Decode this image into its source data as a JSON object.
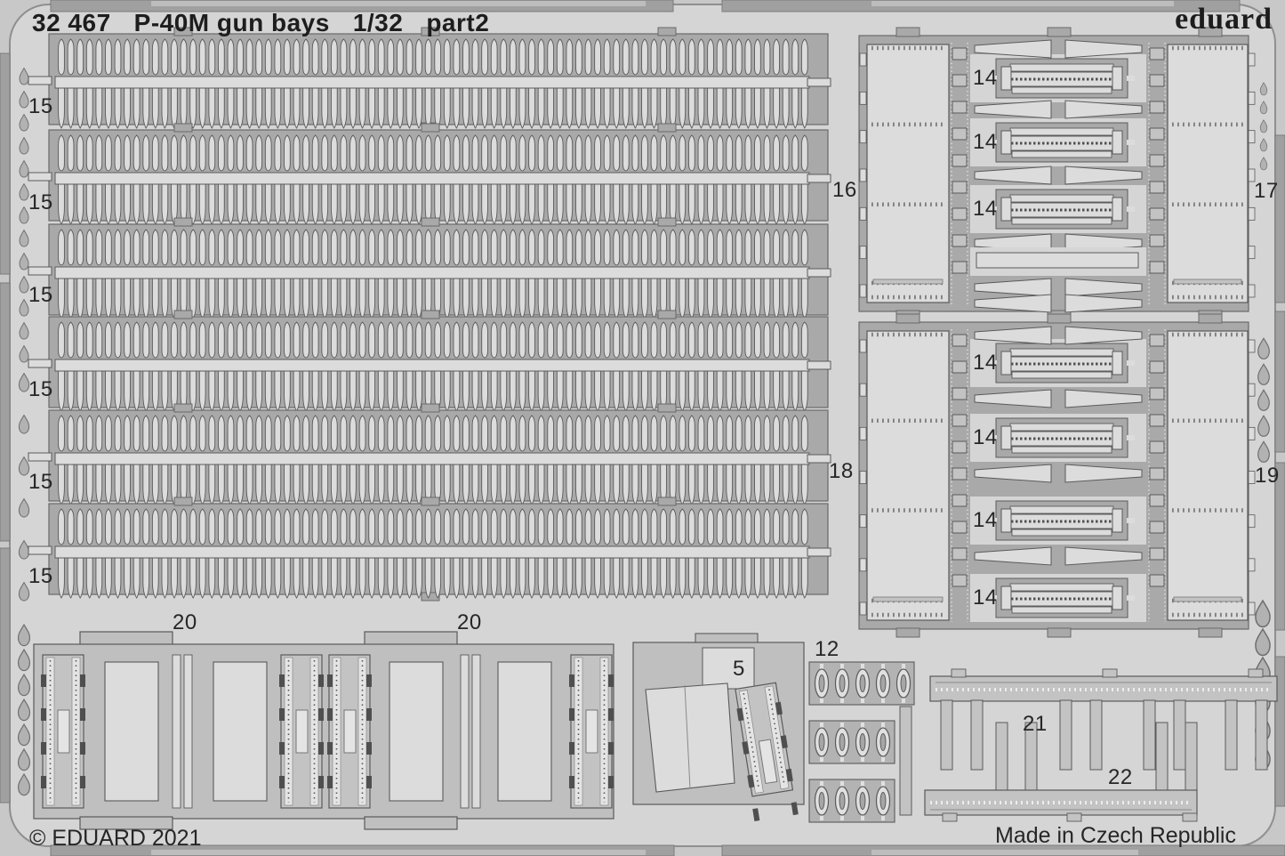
{
  "colors": {
    "sheet": "#d5d5d5",
    "etched": "#a9a9a9",
    "part_light": "#dcdcdc",
    "part_mid": "#c3c3c3",
    "outline": "#5a5a5a",
    "text": "#262626"
  },
  "header": {
    "catalog_number": "32 467",
    "product_name": "P-40M gun bays",
    "scale": "1/32",
    "part_suffix": "part2",
    "brand": "eduard"
  },
  "footer": {
    "copyright": "© EDUARD 2021",
    "made_in": "Made in Czech Republic"
  },
  "part_labels": {
    "louver_strip": "15",
    "hinge": "14",
    "panel_upper_left": "16",
    "panel_upper_right": "17",
    "panel_lower_left": "18",
    "panel_lower_right": "19",
    "gun_bay_rail": "20",
    "ammo_cover": "5",
    "grommets": "12",
    "comb_upper": "21",
    "comb_lower": "22"
  }
}
